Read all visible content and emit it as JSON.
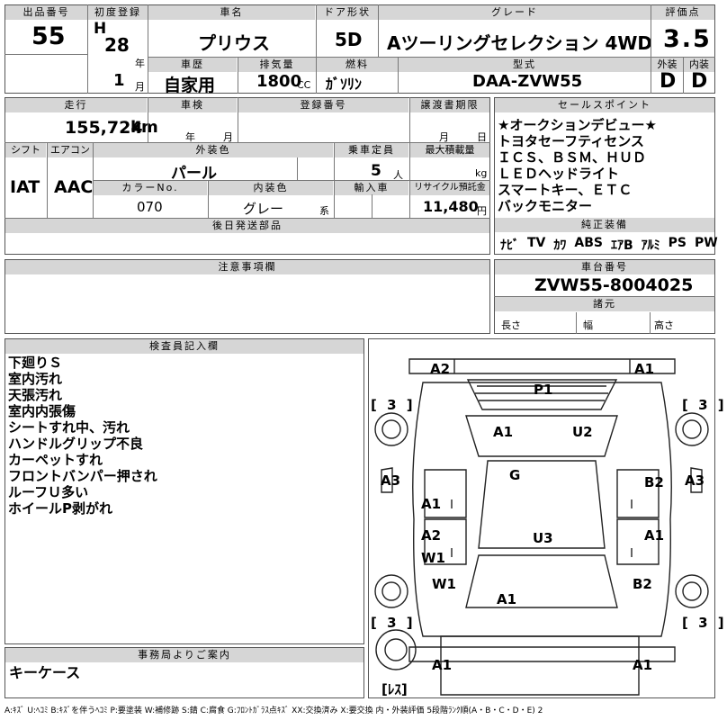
{
  "header": {
    "lot_label": "出品番号",
    "lot_no": "55",
    "reg_label": "初度登録",
    "era": "H",
    "year": "28",
    "year_unit": "年",
    "month": "1",
    "month_unit": "月",
    "car_label": "車名",
    "car_name": "プリウス",
    "door_label": "ドア形状",
    "door": "5D",
    "grade_label": "グレード",
    "grade": "Aツーリングセレクション 4WD",
    "score_label": "評価点",
    "score": "3.5",
    "history_label": "車歴",
    "history": "自家用",
    "cc_label": "排気量",
    "cc": "1800",
    "cc_unit": "CC",
    "fuel_label": "燃料",
    "fuel": "ｶﾞｿﾘﾝ",
    "model_label": "型式",
    "model": "DAA-ZVW55",
    "ext_label": "外装",
    "int_label": "内装",
    "ext_grade": "D",
    "int_grade": "D"
  },
  "row2": {
    "mileage_label": "走行",
    "mileage": "155,724",
    "mileage_unit": "km",
    "inspect_label": "車検",
    "inspect_year": "年",
    "inspect_month": "月",
    "regno_label": "登録番号",
    "transfer_label": "譲渡書期限",
    "transfer_month": "月",
    "transfer_day": "日"
  },
  "row3": {
    "shift_label": "シフト",
    "shift": "IAT",
    "ac_label": "エアコン",
    "ac": "AAC",
    "color_label": "外装色",
    "color": "パール",
    "capacity_label": "乗車定員",
    "capacity": "5",
    "capacity_unit": "人",
    "load_label": "最大積載量",
    "load_unit": "kg",
    "colorno_label": "カラーNo.",
    "colorno": "070",
    "interior_label": "内装色",
    "interior": "グレー",
    "interior_unit": "系",
    "import_label": "輸入車",
    "recycle_label": "リサイクル預託金",
    "recycle": "11,480",
    "recycle_unit": "円",
    "later_label": "後日発送部品"
  },
  "sales": {
    "label": "セールスポイント",
    "items": [
      "★オークションデビュー★",
      "トヨタセーフティセンス",
      "ＩＣＳ、ＢＳＭ、ＨＵＤ",
      "ＬＥＤヘッドライト",
      "スマートキー、ＥＴＣ",
      "バックモニター"
    ]
  },
  "equipment": {
    "label": "純正装備",
    "items": [
      "ﾅﾋﾞ",
      "TV",
      "ｶﾜ",
      "ABS",
      "ｴｱB",
      "ｱﾙﾐ",
      "PS",
      "PW"
    ]
  },
  "notes": {
    "label": "注意事項欄"
  },
  "chassis": {
    "label": "車台番号",
    "number": "ZVW55-8004025",
    "spec_label": "諸元",
    "length": "長さ",
    "width": "幅",
    "height": "高さ"
  },
  "inspector": {
    "label": "検査員記入欄",
    "lines": [
      "下廻りＳ",
      "室内汚れ",
      "天張汚れ",
      "室内内張傷",
      "シートすれ中、汚れ",
      "ハンドルグリップ不良",
      "カーペットすれ",
      "フロントバンパー押され",
      "ルーフＵ多い",
      "ホイールP剥がれ"
    ]
  },
  "office": {
    "label": "事務局よりご案内",
    "text": "キーケース"
  },
  "diagram": {
    "marks": {
      "front_left": "A2",
      "front_right": "A1",
      "hood": "P1",
      "windshield_l": "A1",
      "windshield_r": "U2",
      "roof": "G",
      "left_side": "A3",
      "right_side": "A3",
      "left_front_door": "A1",
      "right_front_door": "B2",
      "left_rear_door": "A2",
      "left_rear_door2": "W1",
      "right_rear_door": "A1",
      "roof_rear": "U3",
      "left_rear_fender": "W1",
      "right_rear_fender": "B2",
      "rear_window": "A1",
      "rear_left": "A1",
      "rear_right": "A1"
    },
    "tire_fl": "[ 3 ]",
    "tire_fr": "[ 3 ]",
    "tire_rl": "[ 3 ]",
    "tire_rr": "[ 3 ]",
    "spare": "[ﾚｽ]"
  },
  "legend": "A:ｷｽﾞ U:ﾍｺﾐ B:ｷｽﾞを伴うﾍｺﾐ P:要塗装 W:補修跡 S:錆 C:腐食 G:ﾌﾛﾝﾄｶﾞﾗｽ点ｷｽﾞ XX:交換済み X:要交換 内・外装評価 5段階ﾗﾝｸ順(A・B・C・D・E) 2"
}
